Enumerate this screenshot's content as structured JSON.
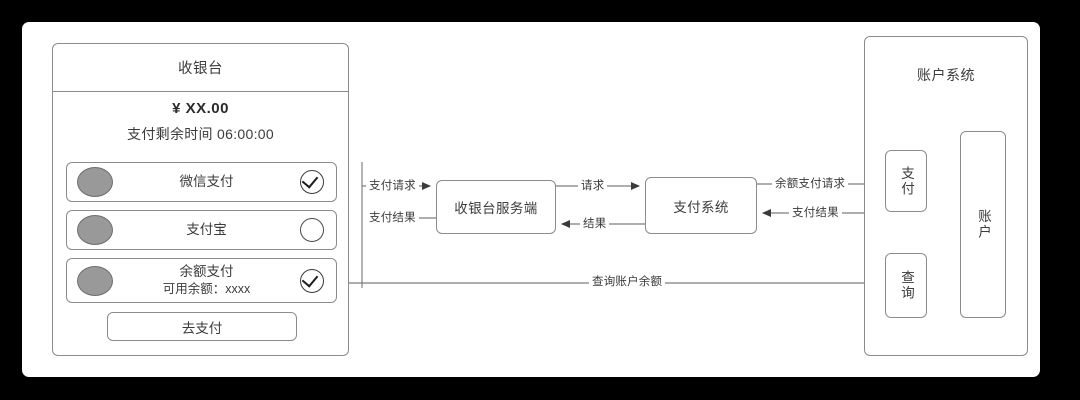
{
  "canvas": {
    "background_color": "#ffffff",
    "page_background_color": "#000000",
    "line_color": "#8c8c8c",
    "text_color": "#3b3b3b",
    "avatar_color": "#999999"
  },
  "cashier_panel": {
    "header_title": "收银台",
    "amount": "¥ XX.00",
    "timer": "支付剩余时间 06:00:00",
    "options": [
      {
        "id": "wechat",
        "label": "微信支付",
        "sub_label": "",
        "avatar": "avatar-circle",
        "checked": true,
        "check_icon": "check-circle-icon"
      },
      {
        "id": "alipay",
        "label": "支付宝",
        "sub_label": "",
        "avatar": "avatar-circle",
        "checked": false,
        "check_icon": "empty-circle-icon"
      },
      {
        "id": "balance",
        "label": "余额支付",
        "sub_label": "可用余额：xxxx",
        "avatar": "avatar-circle",
        "checked": true,
        "check_icon": "check-circle-icon"
      }
    ],
    "pay_button_label": "去支付"
  },
  "flow_nodes": {
    "cashier_server": "收银台服务端",
    "pay_system": "支付系统"
  },
  "account_system": {
    "title": "账户系统",
    "pay_node": "支付",
    "query_node": "查询",
    "account_node": "账户"
  },
  "edges": [
    {
      "id": "pay-request",
      "label": "支付请求",
      "from": "cashier-panel",
      "to": "cashier-server"
    },
    {
      "id": "pay-result",
      "label": "支付结果",
      "from": "cashier-server",
      "to": "cashier-panel"
    },
    {
      "id": "request",
      "label": "请求",
      "from": "cashier-server",
      "to": "pay-system"
    },
    {
      "id": "result",
      "label": "结果",
      "from": "pay-system",
      "to": "cashier-server"
    },
    {
      "id": "balance-pay-request",
      "label": "余额支付请求",
      "from": "pay-system",
      "to": "account-pay"
    },
    {
      "id": "balance-pay-result",
      "label": "支付结果",
      "from": "account-pay",
      "to": "pay-system"
    },
    {
      "id": "query-balance",
      "label": "查询账户余额",
      "from": "account-query",
      "to": "balance-option"
    }
  ]
}
